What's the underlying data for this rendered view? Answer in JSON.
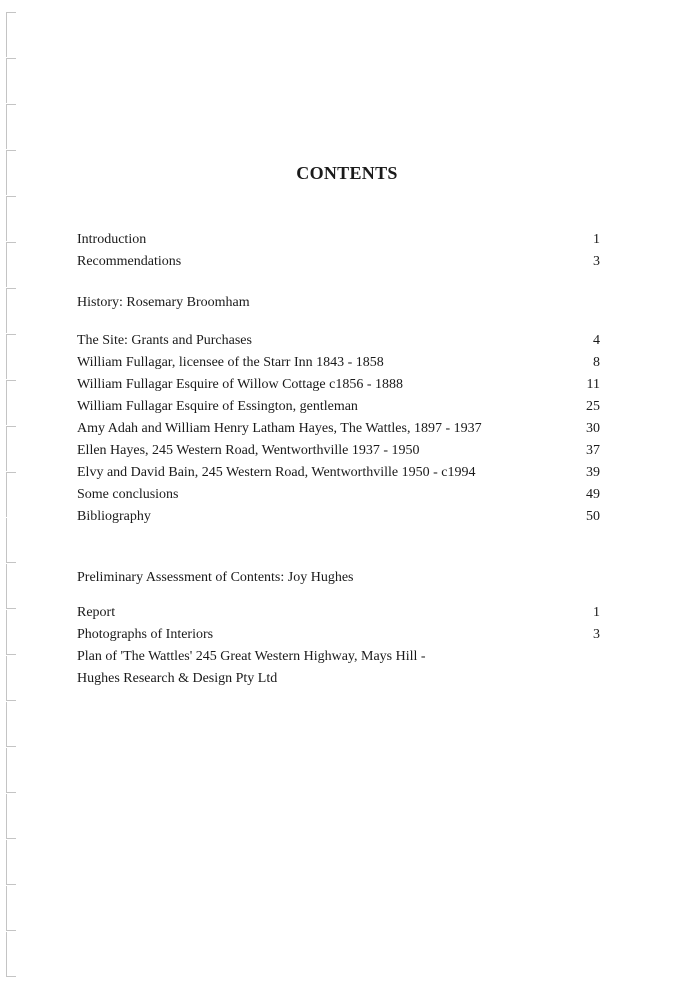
{
  "title": "CONTENTS",
  "front": [
    {
      "label": "Introduction",
      "page": "1"
    },
    {
      "label": "Recommendations",
      "page": "3"
    }
  ],
  "history": {
    "heading": "History: Rosemary Broomham",
    "entries": [
      {
        "label": "The Site: Grants and Purchases",
        "page": "4"
      },
      {
        "label": "William Fullagar, licensee of the Starr Inn 1843 - 1858",
        "page": "8"
      },
      {
        "label": "William Fullagar Esquire of Willow Cottage c1856 - 1888",
        "page": "11"
      },
      {
        "label": "William Fullagar Esquire of Essington, gentleman",
        "page": "25"
      },
      {
        "label": "Amy Adah and William Henry Latham Hayes, The Wattles, 1897 - 1937",
        "page": "30"
      },
      {
        "label": "Ellen Hayes, 245 Western Road, Wentworthville 1937 - 1950",
        "page": "37"
      },
      {
        "label": "Elvy and David Bain, 245 Western Road, Wentworthville 1950 - c1994",
        "page": "39"
      },
      {
        "label": "Some conclusions",
        "page": "49"
      },
      {
        "label": "Bibliography",
        "page": "50"
      }
    ]
  },
  "assessment": {
    "heading": "Preliminary Assessment of Contents: Joy Hughes",
    "entries": [
      {
        "label": "Report",
        "page": "1"
      },
      {
        "label": "Photographs of Interiors",
        "page": "3"
      }
    ],
    "plan_lines": [
      "Plan of 'The Wattles' 245 Great Western Highway, Mays Hill -",
      "Hughes Research & Design Pty Ltd"
    ]
  }
}
